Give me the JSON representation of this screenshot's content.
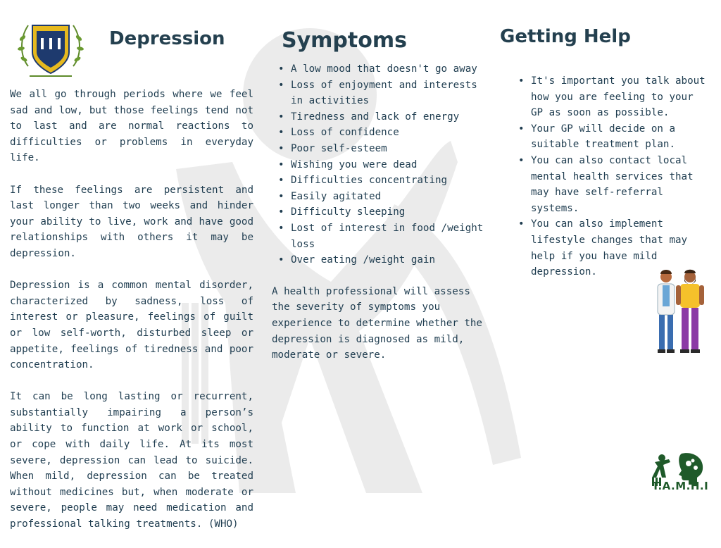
{
  "headings": {
    "depression": "Depression",
    "symptoms": "Symptoms",
    "getting_help": "Getting Help"
  },
  "depression_paragraphs": [
    "We all go through periods where we feel sad and low, but those feelings tend not to last and are normal reactions to difficulties or problems in everyday life.",
    "If these feelings are persistent and last longer than two weeks and hinder your ability to live, work and have good relationships with others it may be depression.",
    "Depression is a common mental disorder, characterized by sadness, loss of interest or pleasure, feelings of guilt or low self-worth, disturbed sleep or appetite, feelings of tiredness and poor concentration.",
    "It can be long lasting or recurrent, substantially impairing a person’s ability to function at work or school, or cope with daily life. At its most severe, depression can lead to suicide. When mild, depression can be treated without medicines but, when moderate or severe, people may need medication and professional talking treatments. (WHO)"
  ],
  "symptoms": [
    "A low mood that doesn't go away",
    "Loss of enjoyment and interests in activities",
    "Tiredness and lack of energy",
    "Loss of confidence",
    "Poor self-esteem",
    "Wishing you were dead",
    "Difficulties concentrating",
    "Easily agitated",
    "Difficulty sleeping",
    "Lost of interest in food /weight loss",
    "Over eating /weight gain"
  ],
  "symptoms_note": "A health professional will assess the severity of symptoms you experience to determine whether the depression is diagnosed as mild, moderate or severe.",
  "help_items": [
    " It's important you talk about how you are feeling  to your GP as soon as possible.",
    "Your GP will decide on a suitable treatment plan.",
    "You can also contact local mental health services that may have self-referral systems.",
    "You can also implement lifestyle changes that may help if you have mild depression."
  ],
  "bullet": "•",
  "logo_text": "T.A.M.H.I",
  "colors": {
    "heading": "#24404f",
    "body_text": "#1f3d50",
    "watermark": "#ebebeb",
    "logo_green": "#1f5a2a"
  }
}
